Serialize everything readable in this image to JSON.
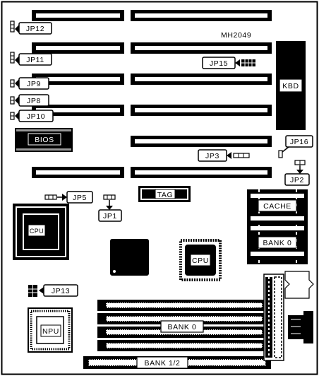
{
  "board": {
    "model": "MH2049"
  },
  "jumpers": {
    "jp12": "JP12",
    "jp11": "JP11",
    "jp9": "JP9",
    "jp8": "JP8",
    "jp10": "JP10",
    "jp15": "JP15",
    "jp3": "JP3",
    "jp16": "JP16",
    "jp2": "JP2",
    "jp5": "JP5",
    "jp1": "JP1",
    "jp13": "JP13"
  },
  "components": {
    "kbd": "KBD",
    "bios": "BIOS",
    "tag": "TAG",
    "cache": "CACHE",
    "bank0_cache": "BANK 0",
    "cpu_socket": "CPU",
    "cpu_chip": "CPU",
    "npu": "NPU",
    "simm_bank0": "BANK 0",
    "simm_bank12": "BANK 1/2"
  }
}
